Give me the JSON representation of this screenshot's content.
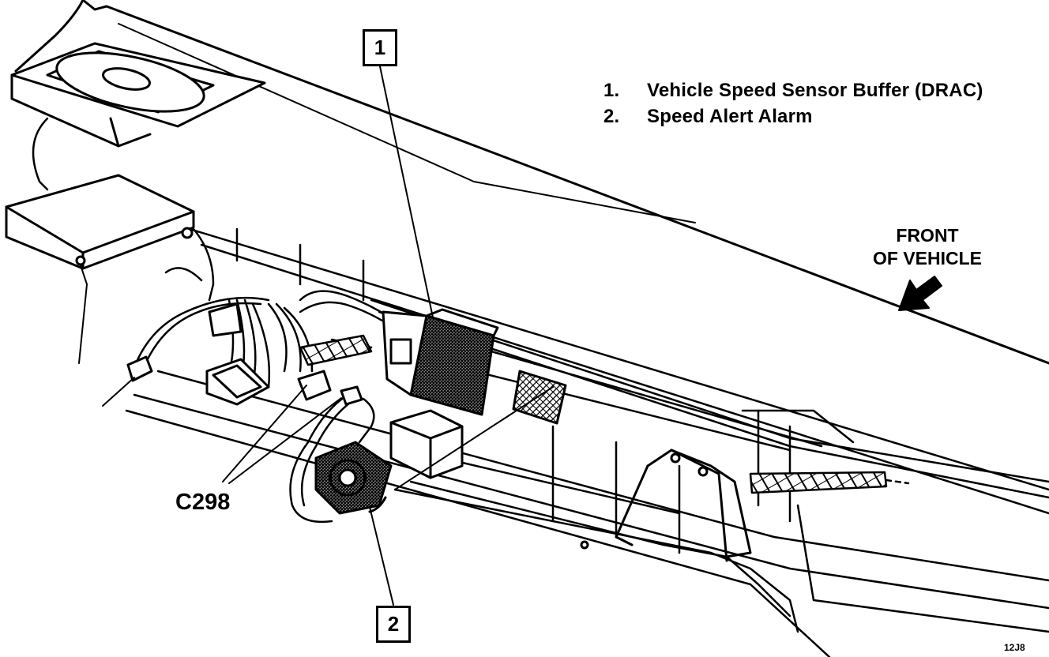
{
  "callouts": [
    "1",
    "2"
  ],
  "legend": [
    {
      "number": "1.",
      "text": "Vehicle Speed Sensor Buffer (DRAC)"
    },
    {
      "number": "2.",
      "text": "Speed Alert Alarm"
    }
  ],
  "front_label": {
    "line1": "FRONT",
    "line2": "OF VEHICLE"
  },
  "connector_label": "C298",
  "figure_id": "12J8"
}
